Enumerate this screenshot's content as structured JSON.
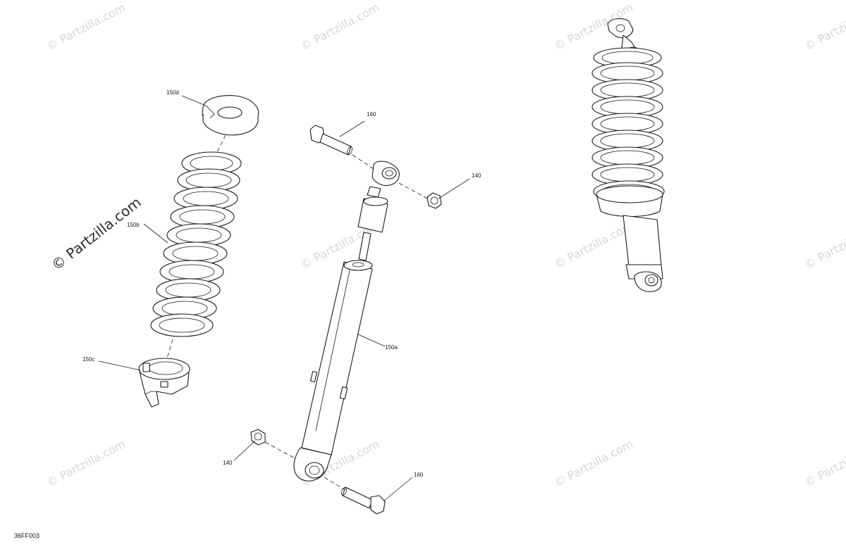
{
  "diagram_code": "36FF003",
  "watermark": {
    "text": "© Partzilla.com",
    "color": "#d6d6d6",
    "featured_color": "#2a2a2a"
  },
  "callouts": {
    "spring_cap": "150d",
    "spring": "150b",
    "spring_seat": "150c",
    "shock": "150a",
    "bolt_top": "160",
    "bolt_bottom": "160",
    "nut_top": "140",
    "nut_bottom": "140"
  }
}
